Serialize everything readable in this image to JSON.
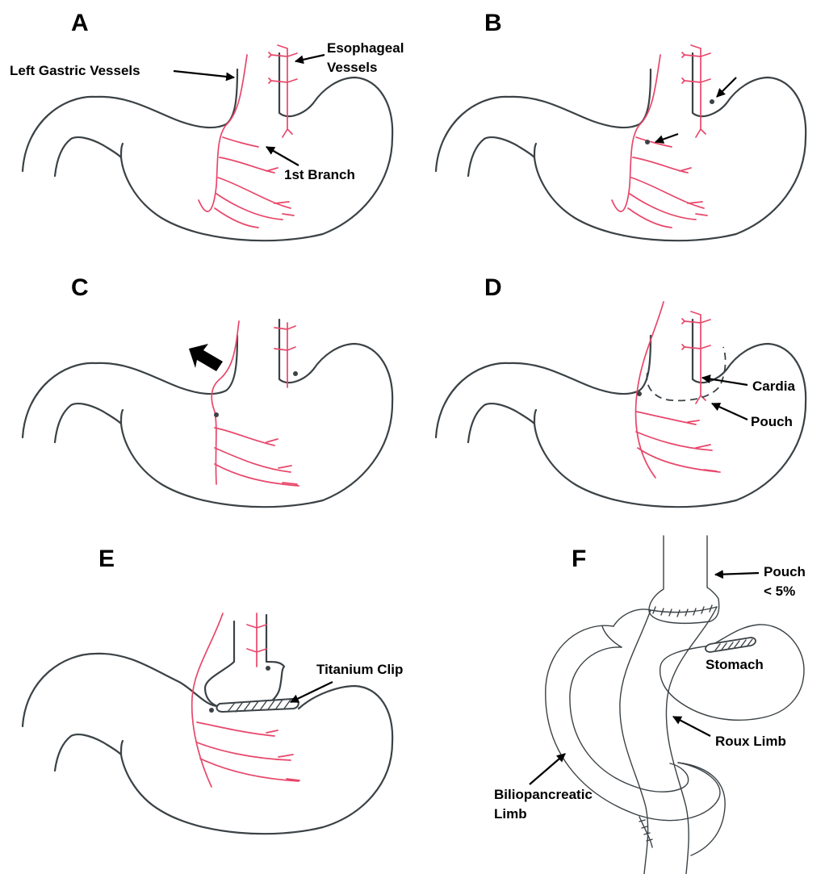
{
  "panels": {
    "a": {
      "letter": "A",
      "left_gastric_vessels": "Left Gastric Vessels",
      "esophageal_line1": "Esophageal",
      "esophageal_line2": "Vessels",
      "first_branch": "1st Branch"
    },
    "b": {
      "letter": "B"
    },
    "c": {
      "letter": "C"
    },
    "d": {
      "letter": "D",
      "cardia": "Cardia",
      "pouch": "Pouch"
    },
    "e": {
      "letter": "E",
      "titanium_clip": "Titanium Clip"
    },
    "f": {
      "letter": "F",
      "pouch_line1": "Pouch",
      "pouch_line2": "< 5%",
      "stomach": "Stomach",
      "roux_limb": "Roux Limb",
      "biliopancreatic_line1": "Biliopancreatic",
      "biliopancreatic_line2": "Limb"
    }
  },
  "colors": {
    "outline": "#3b4246",
    "vessel": "#e8476a",
    "arrow": "#000000"
  },
  "icons": [
    "arrow-icon",
    "direction-arrow-icon",
    "titanium-clip-icon",
    "ligation-dot-icon"
  ]
}
